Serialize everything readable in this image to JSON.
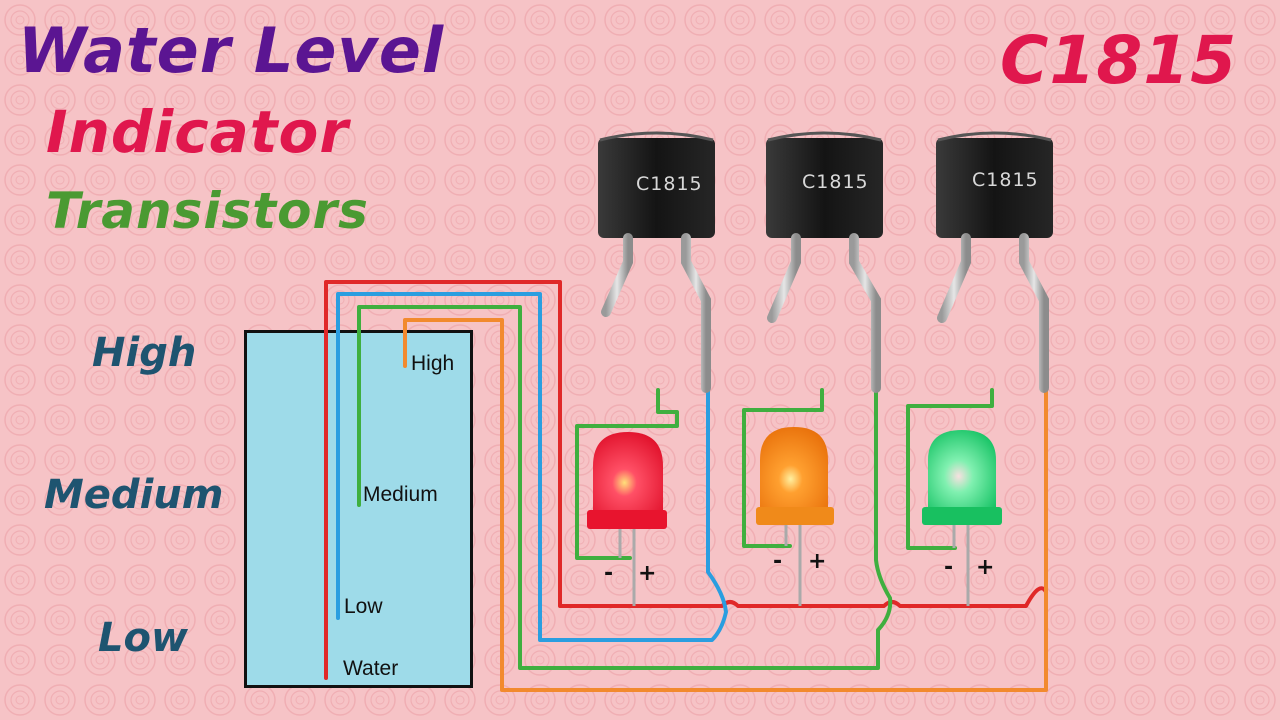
{
  "title": {
    "line1": "Water Level",
    "line2": "Indicator",
    "line3": "Transistors",
    "brand": "C1815"
  },
  "side_labels": {
    "high": "High",
    "medium": "Medium",
    "low": "Low"
  },
  "tank": {
    "high": "High",
    "medium": "Medium",
    "low": "Low",
    "water": "Water"
  },
  "transistors": [
    {
      "marking": "C1815"
    },
    {
      "marking": "C1815"
    },
    {
      "marking": "C1815"
    }
  ],
  "leds": [
    {
      "color": "red",
      "minus": "-",
      "plus": "+"
    },
    {
      "color": "orange",
      "minus": "-",
      "plus": "+"
    },
    {
      "color": "green",
      "minus": "-",
      "plus": "+"
    }
  ],
  "colors": {
    "title1": "#5b1592",
    "title2": "#e0174d",
    "title3": "#4a9a32",
    "brand": "#e0174d",
    "side_labels": "#1e5470",
    "wire_red": "#e02828",
    "wire_blue": "#2a9ee0",
    "wire_green": "#3faf3f",
    "wire_orange": "#f28a2e",
    "tank_fill": "#9edbe9"
  }
}
